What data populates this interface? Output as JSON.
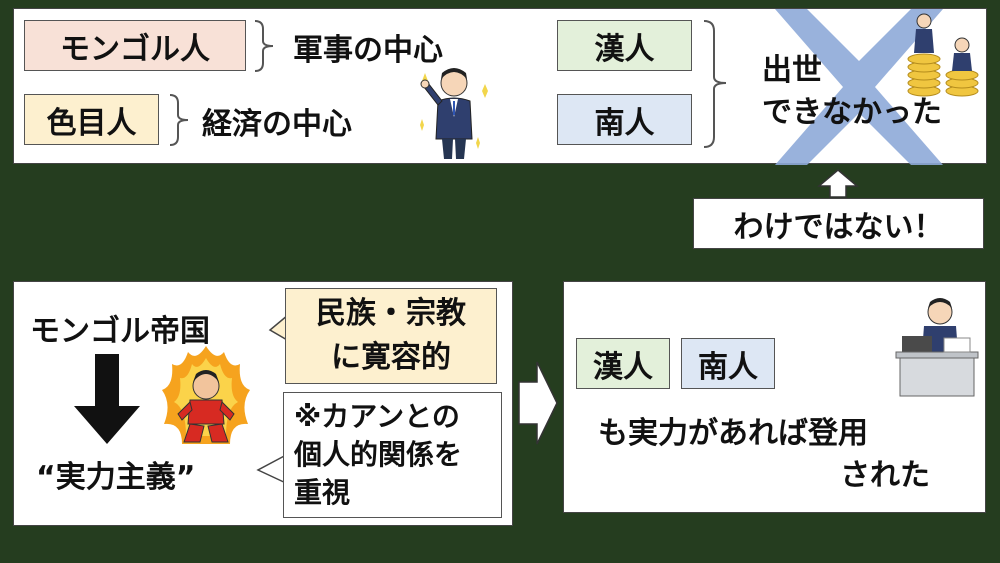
{
  "top": {
    "mongol": "モンゴル人",
    "mongol_role": "軍事の中心",
    "semu": "色目人",
    "semu_role": "経済の中心",
    "han": "漢人",
    "nan": "南人",
    "promo_line1": "出世",
    "promo_line2": "できなかった"
  },
  "callout": "わけではない！",
  "bottom_left": {
    "empire": "モンゴル帝国",
    "tolerance_line1": "民族・宗教",
    "tolerance_line2": "に寛容的",
    "merit": "“実力主義”",
    "note_line1": "※カアンとの",
    "note_line2": "個人的関係を",
    "note_line3": "重視"
  },
  "bottom_right": {
    "han": "漢人",
    "nan": "南人",
    "line1": "も実力があれば登用",
    "line2": "された"
  },
  "colors": {
    "background": "#253d1f",
    "mongol_fill": "#f8e1d7",
    "semu_fill": "#fdf0cf",
    "han_fill": "#e3f0da",
    "nan_fill": "#dde7f4",
    "cross": "#8eaad8",
    "tolerance_fill": "#fdf0cf"
  },
  "icons": [
    "businessman-pointing-icon",
    "rich-people-on-coins-icon",
    "fiery-man-icon",
    "office-worker-desk-icon",
    "down-arrow-icon",
    "right-arrow-icon",
    "up-arrow-icon"
  ]
}
